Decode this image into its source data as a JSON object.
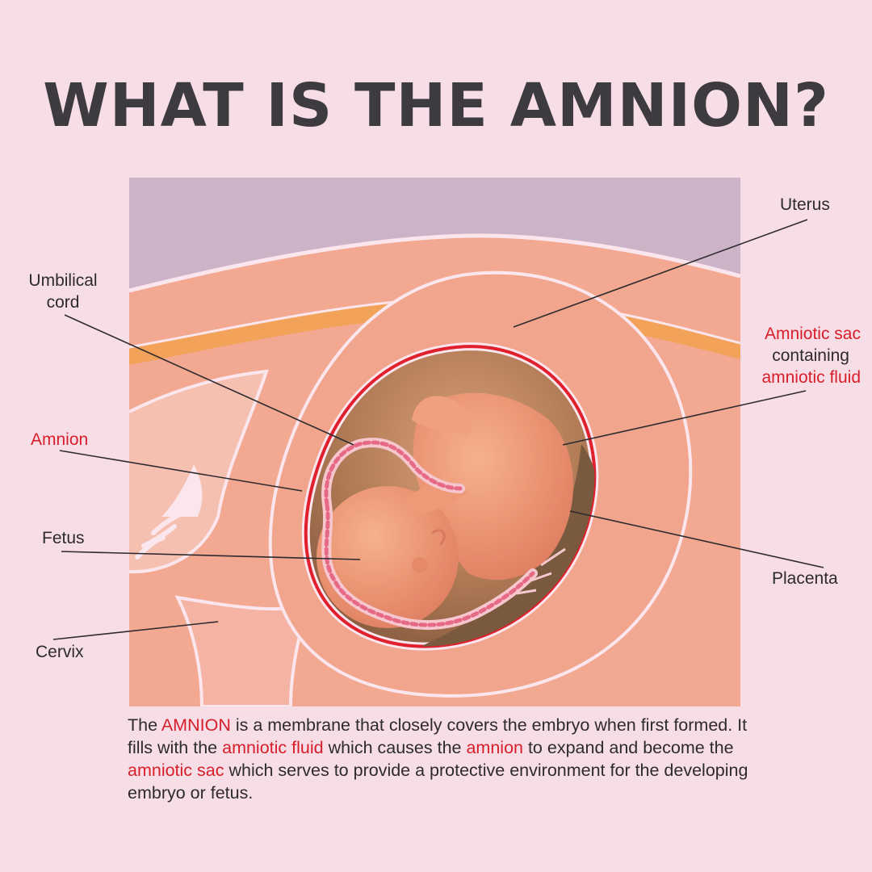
{
  "title": "WHAT IS THE AMNION?",
  "labels": {
    "uterus": "Uterus",
    "umbilical_cord_line1": "Umbilical",
    "umbilical_cord_line2": "cord",
    "amniotic_sac_line1": "Amniotic sac",
    "amniotic_sac_line2": "containing",
    "amniotic_sac_line3": "amniotic fluid",
    "amnion": "Amnion",
    "fetus": "Fetus",
    "placenta": "Placenta",
    "cervix": "Cervix"
  },
  "caption": {
    "p1": "The ",
    "amnion_caps": "AMNION",
    "p2": " is a membrane that closely covers the embryo when first formed. It fills with the ",
    "amniotic_fluid": "amniotic fluid",
    "p3": " which causes the ",
    "amnion": "amnion",
    "p4": " to expand and become the ",
    "amniotic_sac": "amniotic sac",
    "p5": " which serves to provide a protective environment for the developing embryo or fetus."
  },
  "colors": {
    "background": "#f7dde6",
    "highlight": "#d81e2a",
    "text": "#2d2b2f",
    "title": "#3d3b3f",
    "amnion_membrane": "#e0202c",
    "amniotic_fluid": "#9b6a4f",
    "uterine_wall": "#f0a58c",
    "orange_band": "#f3a25a",
    "purple_band": "#cdb3c8"
  }
}
